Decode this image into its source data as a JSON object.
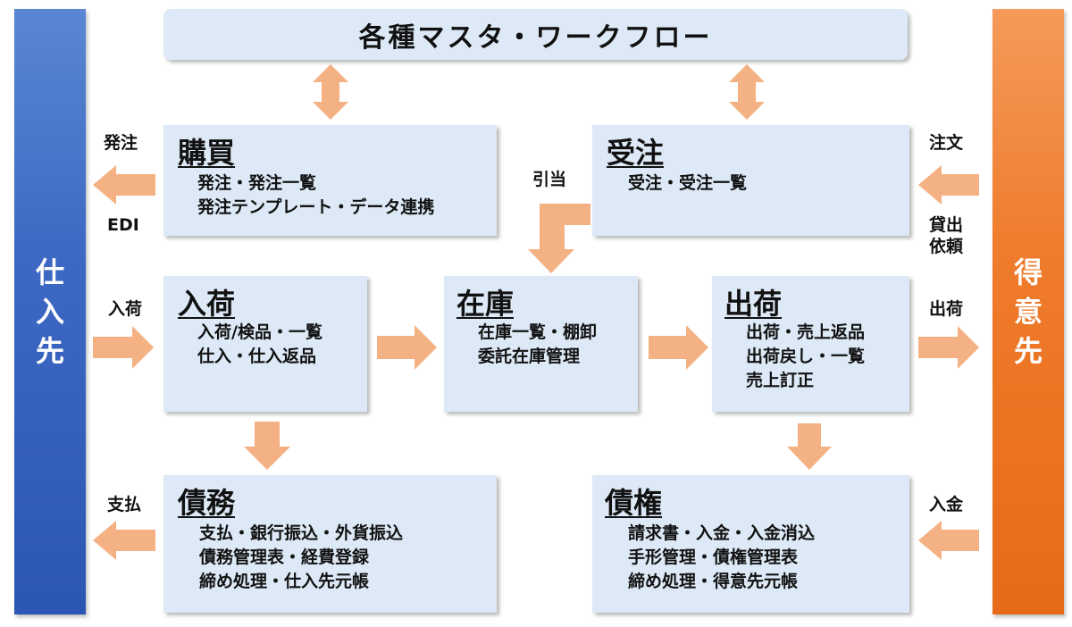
{
  "left_party": {
    "label": "仕入先",
    "chars": [
      "仕",
      "入",
      "先"
    ],
    "color": "#3d69c4"
  },
  "right_party": {
    "label": "得意先",
    "chars": [
      "得",
      "意",
      "先"
    ],
    "color": "#ef7c2c"
  },
  "master": {
    "label": "各種マスタ・ワークフロー"
  },
  "boxes": {
    "purchase": {
      "title": "購買",
      "lines": [
        "発注・発注一覧",
        "発注テンプレート・データ連携"
      ]
    },
    "order": {
      "title": "受注",
      "lines": [
        "受注・受注一覧"
      ]
    },
    "receiving": {
      "title": "入荷",
      "lines": [
        "入荷/検品・一覧",
        "仕入・仕入返品"
      ]
    },
    "inventory": {
      "title": "在庫",
      "lines": [
        "在庫一覧・棚卸",
        "委託在庫管理"
      ]
    },
    "shipping": {
      "title": "出荷",
      "lines": [
        "出荷・売上返品",
        "出荷戻し・一覧",
        "売上訂正"
      ]
    },
    "payables": {
      "title": "債務",
      "lines": [
        "支払・銀行振込・外貨振込",
        "債務管理表・経費登録",
        "締め処理・仕入先元帳"
      ]
    },
    "receivables": {
      "title": "債権",
      "lines": [
        "請求書・入金・入金消込",
        "手形管理・債権管理表",
        "締め処理・得意先元帳"
      ]
    }
  },
  "flow_labels": {
    "order_out": "発注",
    "edi": "EDI",
    "receipt_in": "入荷",
    "payment": "支払",
    "allocation": "引当",
    "customer_order": "注文",
    "lending_request": "貸出\n依頼",
    "lending_line1": "貸出",
    "lending_line2": "依頼",
    "ship_out": "出荷",
    "deposit": "入金"
  },
  "colors": {
    "box_fill": "#dde9f6",
    "arrow": "#f4b183"
  }
}
